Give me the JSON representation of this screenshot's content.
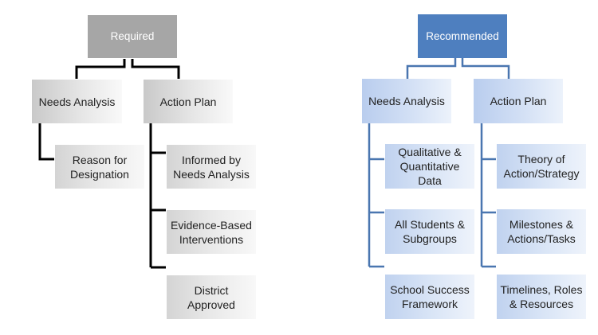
{
  "required": {
    "title": "Required",
    "needs_analysis": {
      "label": "Needs Analysis",
      "children": [
        "Reason for Designation"
      ]
    },
    "action_plan": {
      "label": "Action Plan",
      "children": [
        "Informed by Needs Analysis",
        "Evidence-Based Interventions",
        "District Approved"
      ]
    }
  },
  "recommended": {
    "title": "Recommended",
    "needs_analysis": {
      "label": "Needs Analysis",
      "children": [
        "Qualitative & Quantitative Data",
        "All Students & Subgroups",
        "School Success Framework"
      ]
    },
    "action_plan": {
      "label": "Action Plan",
      "children": [
        "Theory of Action/Strategy",
        "Milestones & Actions/Tasks",
        "Timelines, Roles & Resources"
      ]
    }
  },
  "colors": {
    "required_connector": "#000000",
    "recommended_connector": "#4a76b0",
    "required_root": "#a6a6a6",
    "recommended_root": "#4e7fbf"
  }
}
